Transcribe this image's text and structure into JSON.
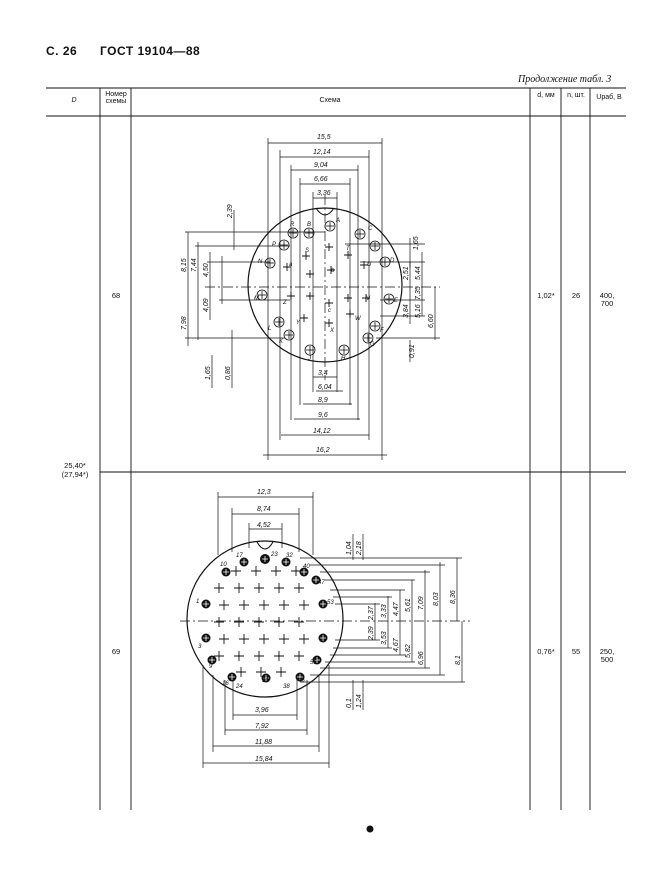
{
  "page": {
    "page_label": "С. 26",
    "standard": "ГОСТ 19104—88",
    "continuation": "Продолжение табл. 3"
  },
  "table": {
    "headers": {
      "d_col": "D",
      "scheme_no": "Номер схемы",
      "scheme": "Схема",
      "wire_d": "d, мм",
      "count": "n, шт.",
      "voltage": "Uраб, В"
    },
    "shared_D": [
      "25,40*",
      "(27,94*)"
    ],
    "rows": [
      {
        "scheme_no": "68",
        "d": "1,02*",
        "n": "26",
        "voltage": [
          "400,",
          "700"
        ]
      },
      {
        "scheme_no": "69",
        "d": "0,76*",
        "n": "55",
        "voltage": [
          "250,",
          "500"
        ]
      }
    ]
  },
  "scheme68": {
    "dims_top": [
      "15,5",
      "12,14",
      "9,04",
      "6,66",
      "3,36"
    ],
    "dims_bottom": [
      "3,4",
      "6,04",
      "8,9",
      "9,6",
      "14,12",
      "16,2"
    ],
    "dims_left": [
      "2,39",
      "8,15",
      "7,44",
      "4,50",
      "4,09",
      "7,98",
      "1,65",
      "0,86"
    ],
    "dims_right": [
      "1,65",
      "2,51",
      "5,44",
      "3,84",
      "7,35",
      "5,16",
      "6,60",
      "0,91"
    ],
    "outer_letters": [
      "A",
      "B",
      "C",
      "D",
      "E",
      "F",
      "G",
      "H",
      "J",
      "K",
      "L",
      "M",
      "N",
      "P",
      "R"
    ],
    "inner_letters": [
      "S",
      "T",
      "U",
      "V",
      "W",
      "X",
      "Y",
      "Z",
      "a",
      "b",
      "c"
    ]
  },
  "scheme69": {
    "dims_top": [
      "12,3",
      "8,74",
      "4,52"
    ],
    "dims_bottom": [
      "3,96",
      "7,92",
      "11,88",
      "15,84"
    ],
    "dims_vertical_top": [
      "1,04",
      "2,18"
    ],
    "dims_vertical_bottom": [
      "0,1",
      "1,24"
    ],
    "dims_right": [
      "2,37",
      "3,33",
      "4,47",
      "5,61",
      "7,09",
      "8,03",
      "8,36",
      "2,39",
      "3,53",
      "4,67",
      "5,82",
      "6,96",
      "8,1"
    ],
    "contact_numbers": [
      "1",
      "3",
      "9",
      "10",
      "16",
      "17",
      "23",
      "24",
      "31",
      "32",
      "38",
      "40",
      "46",
      "47",
      "53",
      "55"
    ]
  }
}
